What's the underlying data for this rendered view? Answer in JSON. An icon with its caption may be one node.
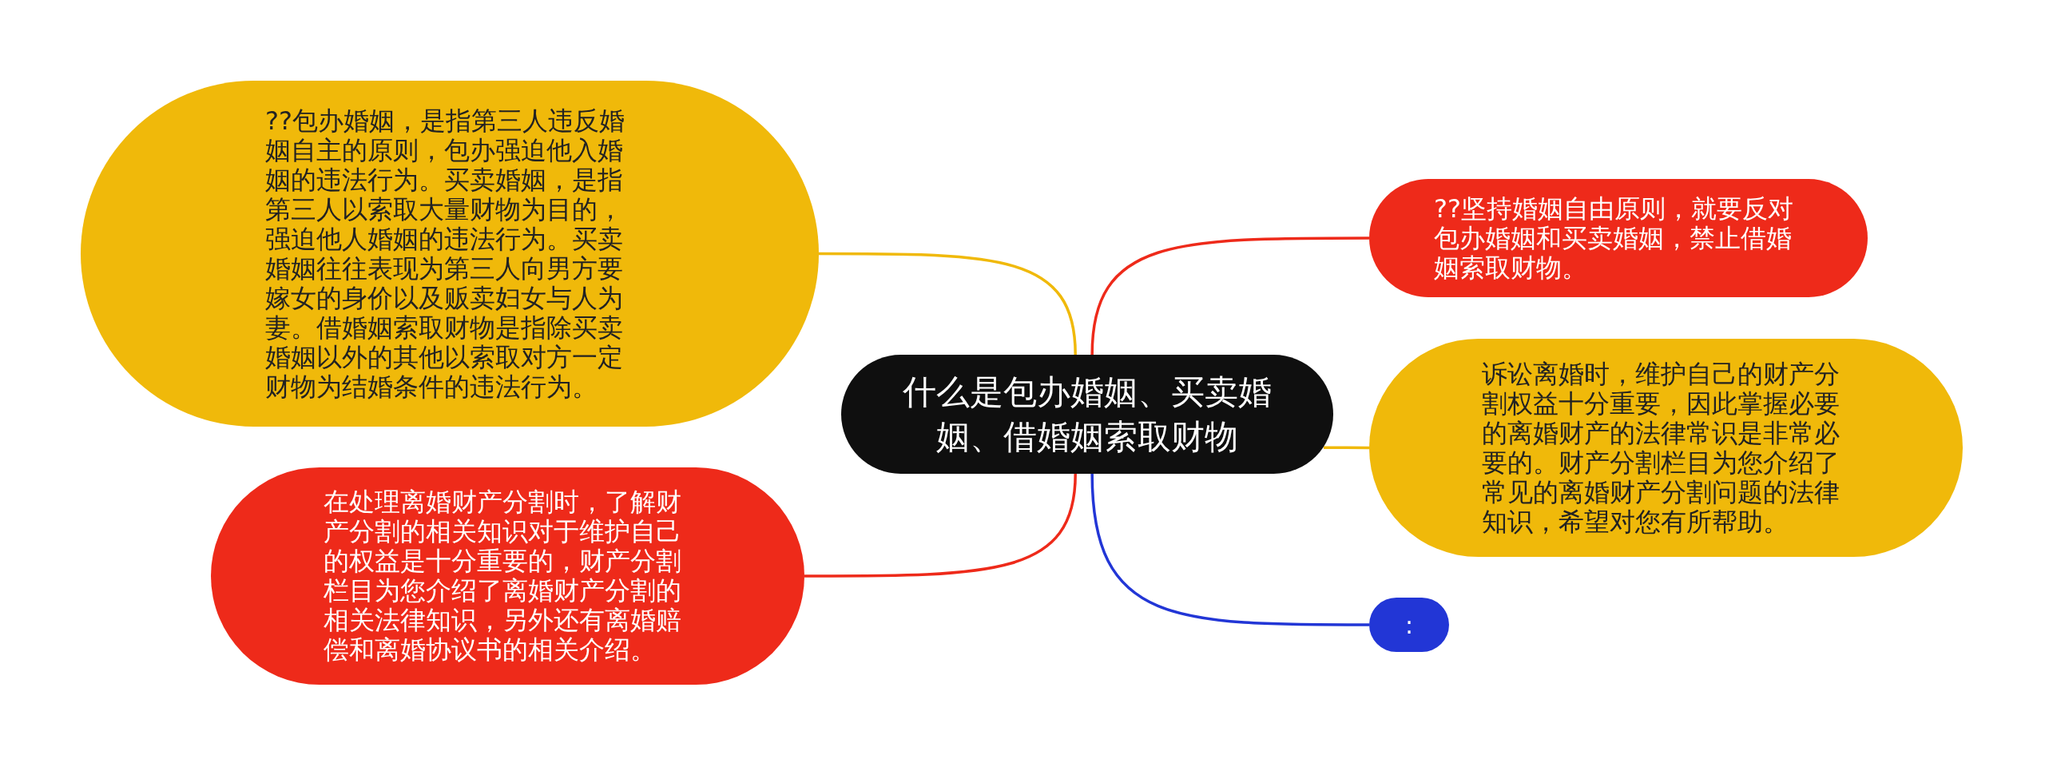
{
  "diagram": {
    "nodes": [
      {
        "text": [
          "什么是包办婚姻、买卖婚姻、借婚姻索取财物"
        ]
      },
      {
        "text": [
          "??包办婚姻，是指第三人违反婚姻自主的原则，包办强迫他入婚姻的违法行为。买卖婚姻，是指第三人以索取大量财物为目的，强迫他人婚姻的违法行为。买卖婚姻往往表现为第三人向男方要嫁女的身价以及贩卖妇女与人为妻。借婚姻索取财物是指除买卖婚姻以外的其他以索取对方一定财物为结婚条件的违法行为。"
        ]
      },
      {
        "text": [
          "在处理离婚财产分割时，了解财产分割的相关知识对于维护自己的权益是十分重要的，财产分割栏目为您介绍了离婚财产分割的相关法律知识，另外还有离婚赔偿和离婚协议书的相关介绍。"
        ]
      },
      {
        "text": [
          "??坚持婚姻自由原则，就要反对包办婚姻和买卖婚姻，禁止借婚姻索取财物。"
        ]
      },
      {
        "text": [
          "诉讼离婚时，维护自己的财产分割权益十分重要，因此掌握必要的离婚财产的法律常识是非常必要的。财产分割栏目为您介绍了常见的离婚财产分割问题的法律知识，希望对您有所帮助。"
        ]
      },
      {
        "text": [
          ":"
        ]
      }
    ],
    "edges": [
      {
        "from": 0,
        "to": 1,
        "arrow": "none",
        "color": "#f0b90a"
      },
      {
        "from": 0,
        "to": 2,
        "arrow": "none",
        "color": "#ee2a1a"
      },
      {
        "from": 0,
        "to": 3,
        "arrow": "none",
        "color": "#ee2a1a"
      },
      {
        "from": 0,
        "to": 4,
        "arrow": "none",
        "color": "#f0b90a"
      },
      {
        "from": 0,
        "to": 5,
        "arrow": "none",
        "color": "#2236d6"
      }
    ]
  }
}
